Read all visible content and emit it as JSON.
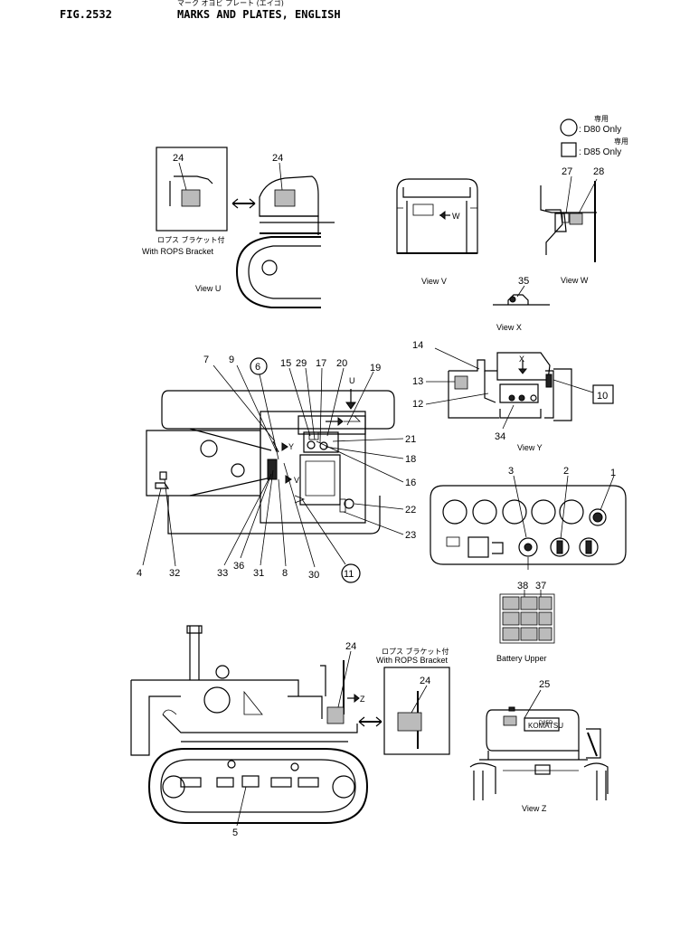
{
  "header": {
    "fig": "FIG.2532",
    "title": "MARKS AND PLATES, ENGLISH",
    "jp_title": "マーク オヨビ プレート (エイゴ)"
  },
  "legend": {
    "circle_label": ": D80 Only",
    "square_label": ": D85 Only",
    "jp_tag": "専用"
  },
  "views": {
    "u": "View U",
    "v": "View V",
    "w": "View W",
    "x": "View X",
    "y": "View Y",
    "z": "View Z"
  },
  "rops": {
    "jp": "ロプス ブラケット付",
    "en": "With ROPS Bracket"
  },
  "battery_caption": "Battery Upper",
  "plates": {
    "decal": "KOMATSU",
    "model": "D85P",
    "small": "D85P"
  },
  "callouts": {
    "c1": "1",
    "c2": "2",
    "c3": "3",
    "c4": "4",
    "c5": "5",
    "c6": "6",
    "c7": "7",
    "c8": "8",
    "c9": "9",
    "c10": "10",
    "c11": "11",
    "c12": "12",
    "c13": "13",
    "c14": "14",
    "c15": "15",
    "c16": "16",
    "c17": "17",
    "c18": "18",
    "c19": "19",
    "c20": "20",
    "c21": "21",
    "c22": "22",
    "c23": "23",
    "c24": "24",
    "c25": "25",
    "c27": "27",
    "c28": "28",
    "c29": "29",
    "c30": "30",
    "c31": "31",
    "c32": "32",
    "c33": "33",
    "c34": "34",
    "c35": "35",
    "c36": "36",
    "c37": "37",
    "c38": "38"
  },
  "arrows": {
    "u": "U",
    "v": "V",
    "w": "W",
    "x": "X",
    "y": "Y",
    "z": "Z"
  }
}
